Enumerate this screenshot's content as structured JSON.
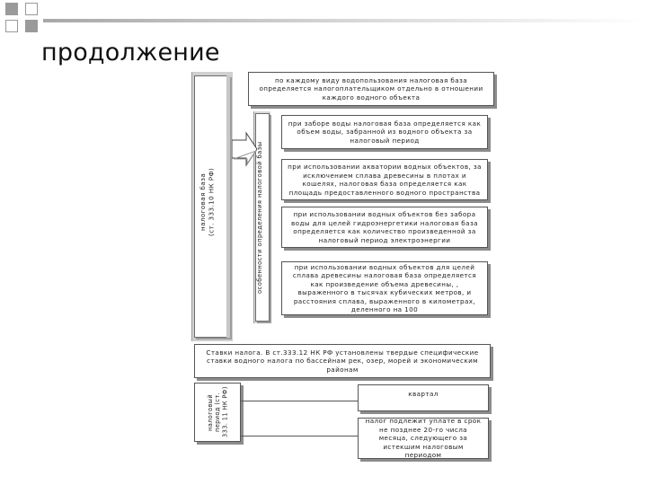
{
  "slide": {
    "title": "продолжение"
  },
  "diagram": {
    "top_box": "по каждому виду водопользования налоговая база определяется налогоплательщиком отдельно в отношении каждого водного объекта",
    "tax_base_label": "налоговая база (ст. 333.10 НК РФ)",
    "features_label": "особенности определения налоговой базы",
    "feature_items": [
      "при заборе воды налоговая база определяется как объем воды, забранной из водного объекта за налоговый период",
      "при использовании акватории водных объектов, за исключением сплава древесины в плотах и кошелях, налоговая база определяется как площадь предоставленного водного пространства",
      "при использовании водных объектов без забора воды для целей гидроэнергетики налоговая база определяется как количество произведенной за налоговый период электроэнергии",
      "при использовании водных объектов для целей сплава древесины налоговая база определяется как произведение объема древесины, , выраженного в тысячах кубических метров, и расстояния сплава, выраженного в километрах, деленного на 100"
    ],
    "rates_box": "Ставки налога. В ст.333.12 НК РФ установлены твердые специфические ставки водного налога по бассейнам рек, озер, морей и экономическим районам",
    "tax_period_label": "налоговый период (ст. 333. 11 НК РФ)",
    "quarter_box": "квартал",
    "payment_box": "налог подлежит уплате в срок не позднее 20-го числа месяца, следующего за истекшим налоговым периодом"
  },
  "colors": {
    "accent_grey": "#9a9a9a",
    "bar_fill": "#d0d0d0",
    "border": "#555555",
    "shadow": "#8c8c8c"
  }
}
